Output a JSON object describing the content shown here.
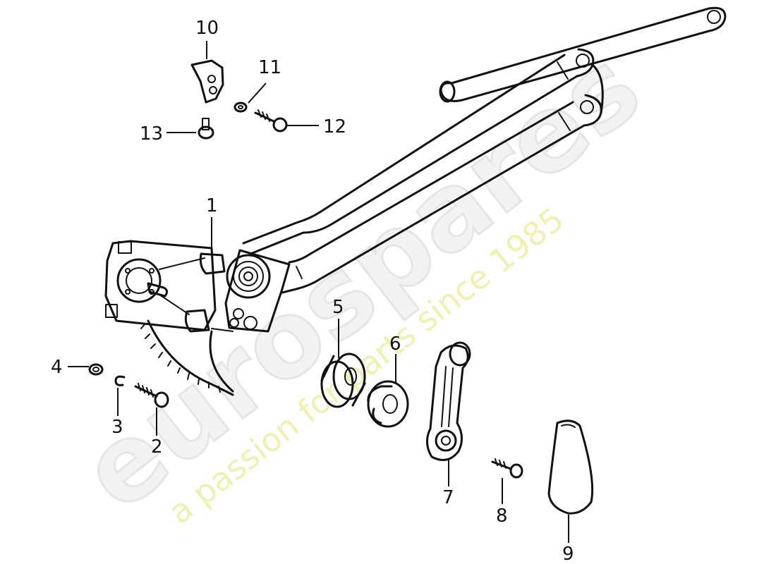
{
  "watermark": {
    "brand": "eurospares",
    "tagline": "a passion for parts since 1985"
  },
  "callouts": [
    {
      "id": "1",
      "label": "1"
    },
    {
      "id": "2",
      "label": "2"
    },
    {
      "id": "3",
      "label": "3"
    },
    {
      "id": "4",
      "label": "4"
    },
    {
      "id": "5",
      "label": "5"
    },
    {
      "id": "6",
      "label": "6"
    },
    {
      "id": "7",
      "label": "7"
    },
    {
      "id": "8",
      "label": "8"
    },
    {
      "id": "9",
      "label": "9"
    },
    {
      "id": "10",
      "label": "10"
    },
    {
      "id": "11",
      "label": "11"
    },
    {
      "id": "12",
      "label": "12"
    },
    {
      "id": "13",
      "label": "13"
    }
  ]
}
